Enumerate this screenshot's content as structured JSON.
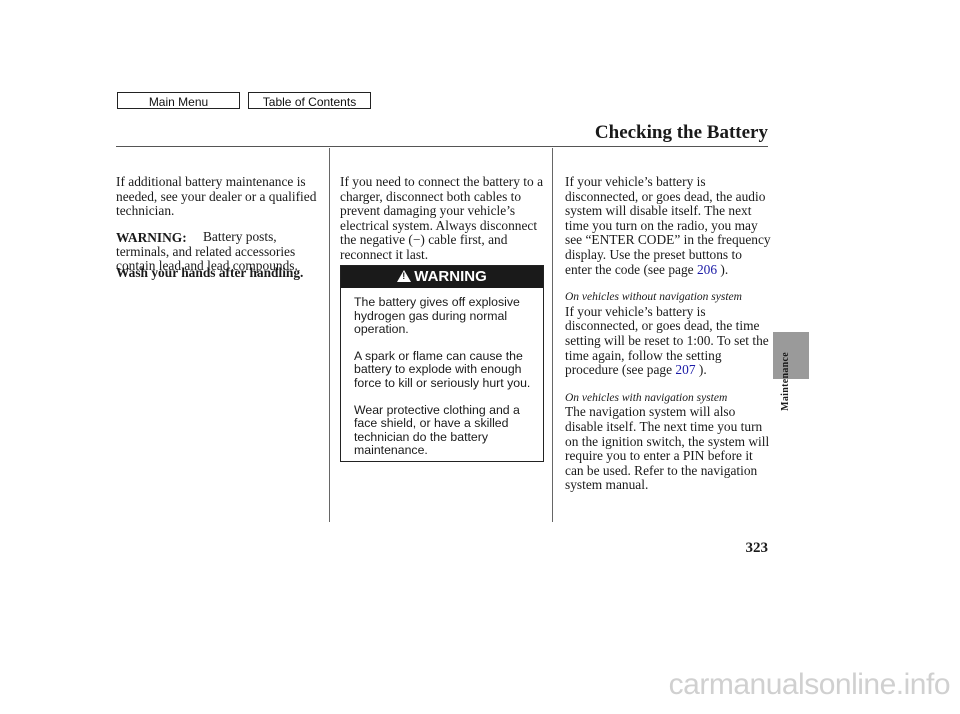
{
  "nav": {
    "main_menu": "Main Menu",
    "toc": "Table of Contents"
  },
  "section": {
    "title": "Checking the Battery",
    "side_label": "Maintenance",
    "page_number": "323"
  },
  "col1": {
    "p1": "If additional battery maintenance is needed, see your dealer or a qualified technician.",
    "warning_heading": "WARNING:",
    "warning_text": "Battery posts, terminals, and related accessories contain lead and lead compounds.",
    "wash": "Wash your hands after handling."
  },
  "col2": {
    "p1": "If you need to connect the battery to a charger, disconnect both cables to prevent damaging your vehicle’s electrical system. Always disconnect the negative (−) cable first, and reconnect it last."
  },
  "warning_box": {
    "banner": "WARNING",
    "paras": [
      "The battery gives off explosive hydrogen gas during normal operation.",
      "A spark or flame can cause the battery to explode with enough force to kill or seriously hurt you.",
      "Wear protective clothing and a face shield, or have a skilled technician do the battery maintenance."
    ]
  },
  "col3": {
    "p1_before": "If your vehicle’s battery is disconnected, or goes dead, the audio system will disable itself. The next time you turn on the radio, you may see “ENTER CODE” in the frequency display. Use the preset buttons to enter the code (see page ",
    "p1_link": "206",
    "p1_after": " ).",
    "caption1": "On vehicles without navigation system",
    "p2_before": "If your vehicle’s battery is disconnected, or goes dead, the time setting will be reset to 1:00. To set the time again, follow the setting procedure (see page ",
    "p2_link": "207",
    "p2_after": " ).",
    "caption2": "On vehicles with navigation system",
    "p3": "The navigation system will also disable itself. The next time you turn on the ignition switch, the system will require you to enter a PIN before it can be used. Refer to the navigation system manual."
  },
  "watermark": "carmanualsonline.info"
}
